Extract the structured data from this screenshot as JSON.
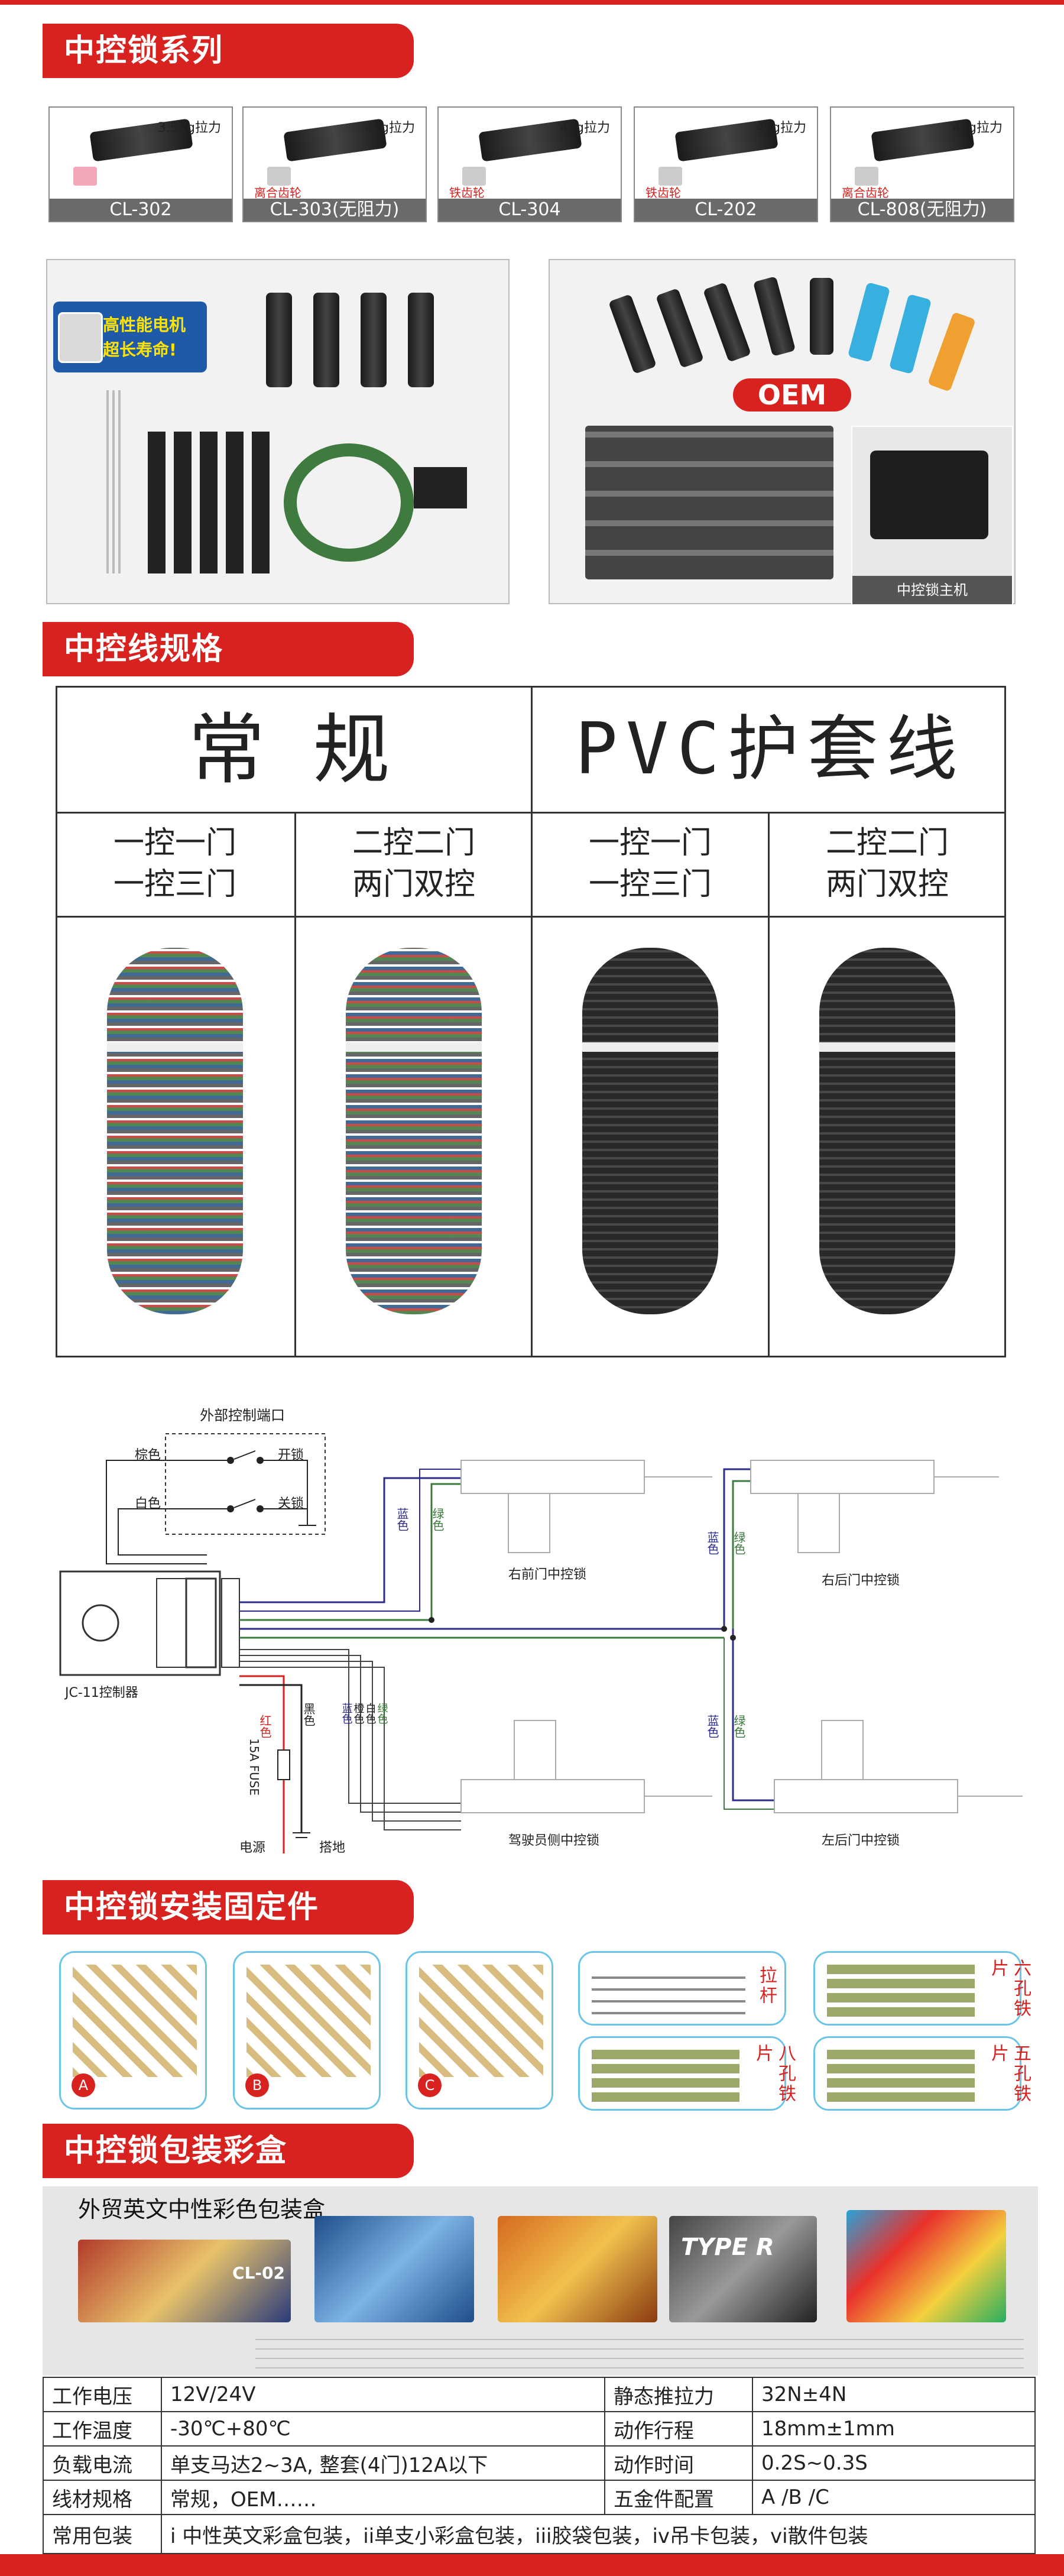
{
  "sections": {
    "s1": "中控锁系列",
    "s2": "中控线规格",
    "s3": "中控锁安装固定件",
    "s4": "中控锁包装彩盒"
  },
  "products": [
    {
      "code": "CL-302",
      "force": "3.5Kg拉力",
      "note": ""
    },
    {
      "code": "CL-303(无阻力)",
      "force": "4kg拉力",
      "note": "离合齿轮"
    },
    {
      "code": "CL-304",
      "force": "4kg拉力",
      "note": "铁齿轮"
    },
    {
      "code": "CL-202",
      "force": "4kg拉力",
      "note": "铁齿轮"
    },
    {
      "code": "CL-808(无阻力)",
      "force": "4kg拉力",
      "note": "离合齿轮"
    }
  ],
  "photos": {
    "badge_line1": "高性能电机",
    "badge_line2": "超长寿命!",
    "oem": "OEM",
    "main_unit": "中控锁主机"
  },
  "wire_table": {
    "head_left": "常 规",
    "head_right": "PVC护套线",
    "cols": [
      {
        "l1": "一控一门",
        "l2": "一控三门"
      },
      {
        "l1": "二控二门",
        "l2": "两门双控"
      },
      {
        "l1": "一控一门",
        "l2": "一控三门"
      },
      {
        "l1": "二控二门",
        "l2": "两门双控"
      }
    ]
  },
  "diagram": {
    "external_port": "外部控制端口",
    "brown": "棕色",
    "white": "白色",
    "unlock": "开锁",
    "lock": "关锁",
    "controller": "JC-11控制器",
    "red": "红色",
    "black": "黑色",
    "fuse": "15A FUSE",
    "power": "电源",
    "ground": "搭地",
    "blue": "蓝色",
    "green": "绿色",
    "orange": "橙色",
    "white2": "白色",
    "front_right": "右前门中控锁",
    "rear_right": "右后门中控锁",
    "driver": "驾驶员侧中控锁",
    "rear_left": "左后门中控锁"
  },
  "fixings": {
    "a": "A",
    "b": "B",
    "c": "C",
    "pull_rod": "拉杆",
    "six_hole": "六孔铁片",
    "eight_hole": "八孔铁片",
    "five_hole": "五孔铁片"
  },
  "packaging": {
    "subtitle": "外贸英文中性彩色包装盒",
    "box_r": "TYPE R",
    "box_code": "CL-02"
  },
  "specs": {
    "rows": [
      {
        "k1": "工作电压",
        "v1": "12V/24V",
        "k2": "静态推拉力",
        "v2": "32N±4N"
      },
      {
        "k1": "工作温度",
        "v1": "-30℃+80℃",
        "k2": "动作行程",
        "v2": "18mm±1mm"
      },
      {
        "k1": "负载电流",
        "v1": "单支马达2~3A, 整套(4门)12A以下",
        "k2": "动作时间",
        "v2": "0.2S~0.3S"
      },
      {
        "k1": "线材规格",
        "v1": "常规，OEM……",
        "k2": "五金件配置",
        "v2": "A /B /C"
      }
    ],
    "last_k": "常用包装",
    "last_v": "i 中性英文彩盒包装，ii单支小彩盒包装，iii胶袋包装，iv吊卡包装，vi散件包装"
  },
  "colors": {
    "accent": "#d8221f",
    "fix_border": "#6cc4e6",
    "wire_blue": "#2b2b8c",
    "wire_green": "#3a7a3a"
  }
}
